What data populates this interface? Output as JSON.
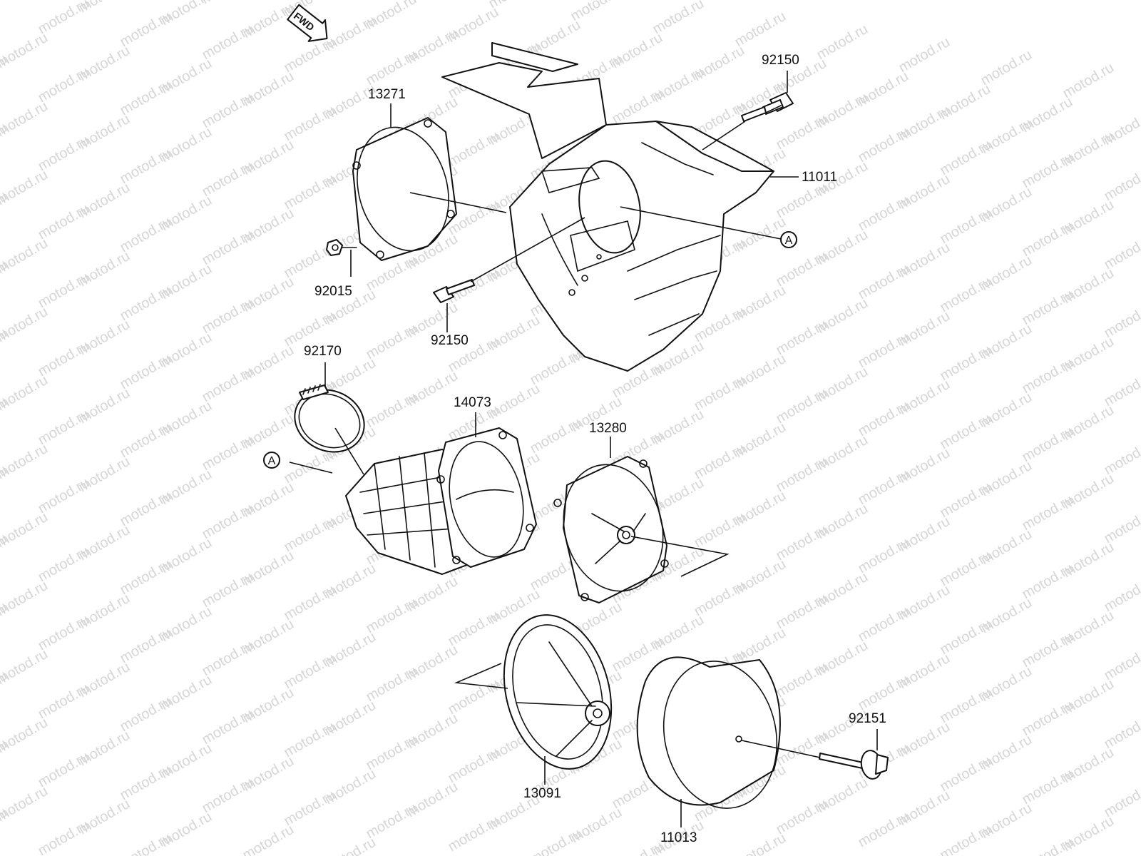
{
  "watermark": {
    "text": "motod.ru"
  },
  "fwd_badge": {
    "text": "FWD"
  },
  "part_numbers": {
    "p92150_top": "92150",
    "p13271": "13271",
    "p11011": "11011",
    "p92015": "92015",
    "p92150_bottom": "92150",
    "p92170": "92170",
    "p14073": "14073",
    "p13280": "13280",
    "p13091": "13091",
    "p11013": "11013",
    "p92151": "92151"
  },
  "callouts": {
    "a_upper": "A",
    "a_lower": "A"
  },
  "colors": {
    "line": "#111111",
    "background": "#ffffff",
    "watermark": "#d6d6d6"
  }
}
